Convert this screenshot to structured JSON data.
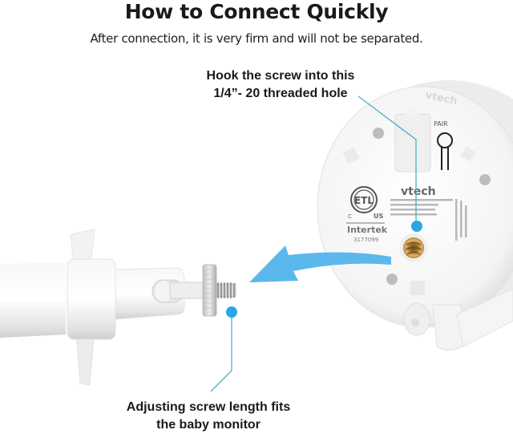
{
  "header": {
    "title": "How to Connect Quickly",
    "subtitle": "After connection, it is very firm and will not be separated."
  },
  "callouts": {
    "top": {
      "line1": "Hook the screw into this",
      "line2": "1/4”- 20 threaded hole"
    },
    "bottom": {
      "line1": "Adjusting screw length fits",
      "line2": "the baby monitor"
    }
  },
  "device": {
    "brand": "vtech",
    "button_label": "PAIR",
    "cert_mark": "ETL",
    "cert_left": "C",
    "cert_right": "US",
    "cert_lab": "Intertek",
    "cert_number": "3177099"
  },
  "colors": {
    "accent": "#5bb8ec",
    "leader_line": "#4bb0c8",
    "dot": "#2aa6e4",
    "text": "#1a1a1a",
    "insert_brass": "#c9943f"
  }
}
